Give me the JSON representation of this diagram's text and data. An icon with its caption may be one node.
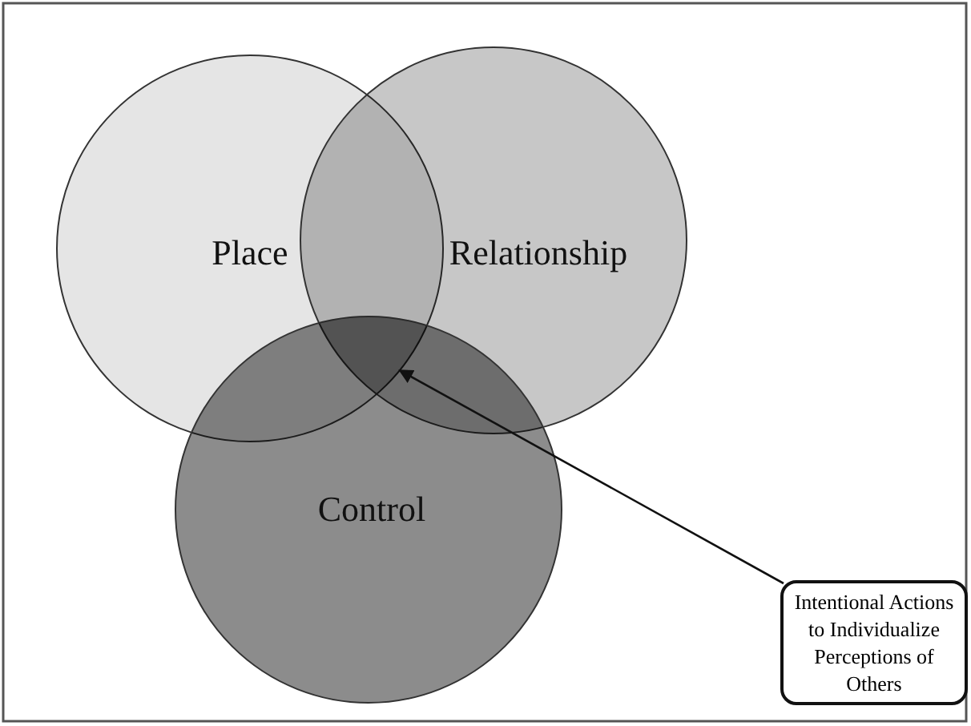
{
  "diagram": {
    "nodes": [
      {
        "text": [
          "Place"
        ]
      },
      {
        "text": [
          "Relationship"
        ]
      },
      {
        "text": [
          "Control"
        ]
      },
      {
        "text": [
          "Intentional Actions to Individualize Perceptions of Others"
        ]
      },
      {
        "text": [],
        "shape": "region"
      }
    ],
    "edges": [
      {
        "from": 3,
        "to": 4,
        "arrow": "to"
      }
    ]
  }
}
